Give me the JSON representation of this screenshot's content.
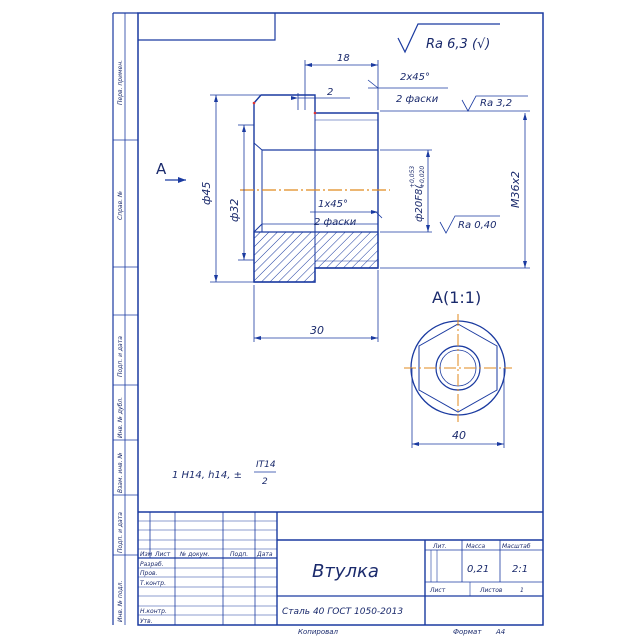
{
  "colors": {
    "line": "#1a3aa0",
    "text": "#1a2a6c",
    "hatch": "#1a3aa0",
    "axis": "#e08a1e",
    "red": "#d33"
  },
  "roughness": {
    "general": "Ra 6,3 (√)",
    "thread": "Ra 3,2",
    "bore": "Ra 0,40"
  },
  "dimensions": {
    "d18": "18",
    "d2": "2",
    "chamfer_outer": "2x45°",
    "chamfer_outer_note": "2 фаски",
    "d45": "ф45",
    "d32": "ф32",
    "chamfer_inner": "1x45°",
    "chamfer_inner_note": "2 фаски",
    "bore_fit": "ф20F8(",
    "bore_tol_upper": "+0,053",
    "bore_tol_lower": "+0,020",
    "thread": "M36x2",
    "d30": "30",
    "d40": "40"
  },
  "views": {
    "view_arrow_label": "А",
    "view_title": "А(1:1)"
  },
  "notes": {
    "tolerance_note": "1 H14, h14, ±",
    "it_num": "IT14",
    "it_den": "2"
  },
  "side_labels": {
    "perv_primen": "Перв. примен.",
    "sprav": "Справ. №",
    "podp_data1": "Подп. и дата",
    "inv_dubl": "Инв. № дубл.",
    "vzam_inv": "Взам. инв. №",
    "podp_data2": "Подп. и дата",
    "inv_podl": "Инв. № подл."
  },
  "title_block": {
    "headers": {
      "izm": "Изм",
      "list": "Лист",
      "ndokum": "№ докум.",
      "podp": "Подп.",
      "data": "Дата"
    },
    "roles": [
      "Разраб.",
      "Пров.",
      "Т.контр.",
      "",
      "Н.контр.",
      "Утв."
    ],
    "name": "Втулка",
    "material": "Сталь 40 ГОСТ 1050-2013",
    "lit_label": "Лит.",
    "massa_label": "Масса",
    "masshtab_label": "Масштаб",
    "massa": "0,21",
    "masshtab": "2:1",
    "list_label": "Лист",
    "listov_label": "Листов",
    "listov_value": "1"
  },
  "footer": {
    "kopiroval": "Копировал",
    "format": "Формат",
    "format_value": "А4"
  }
}
